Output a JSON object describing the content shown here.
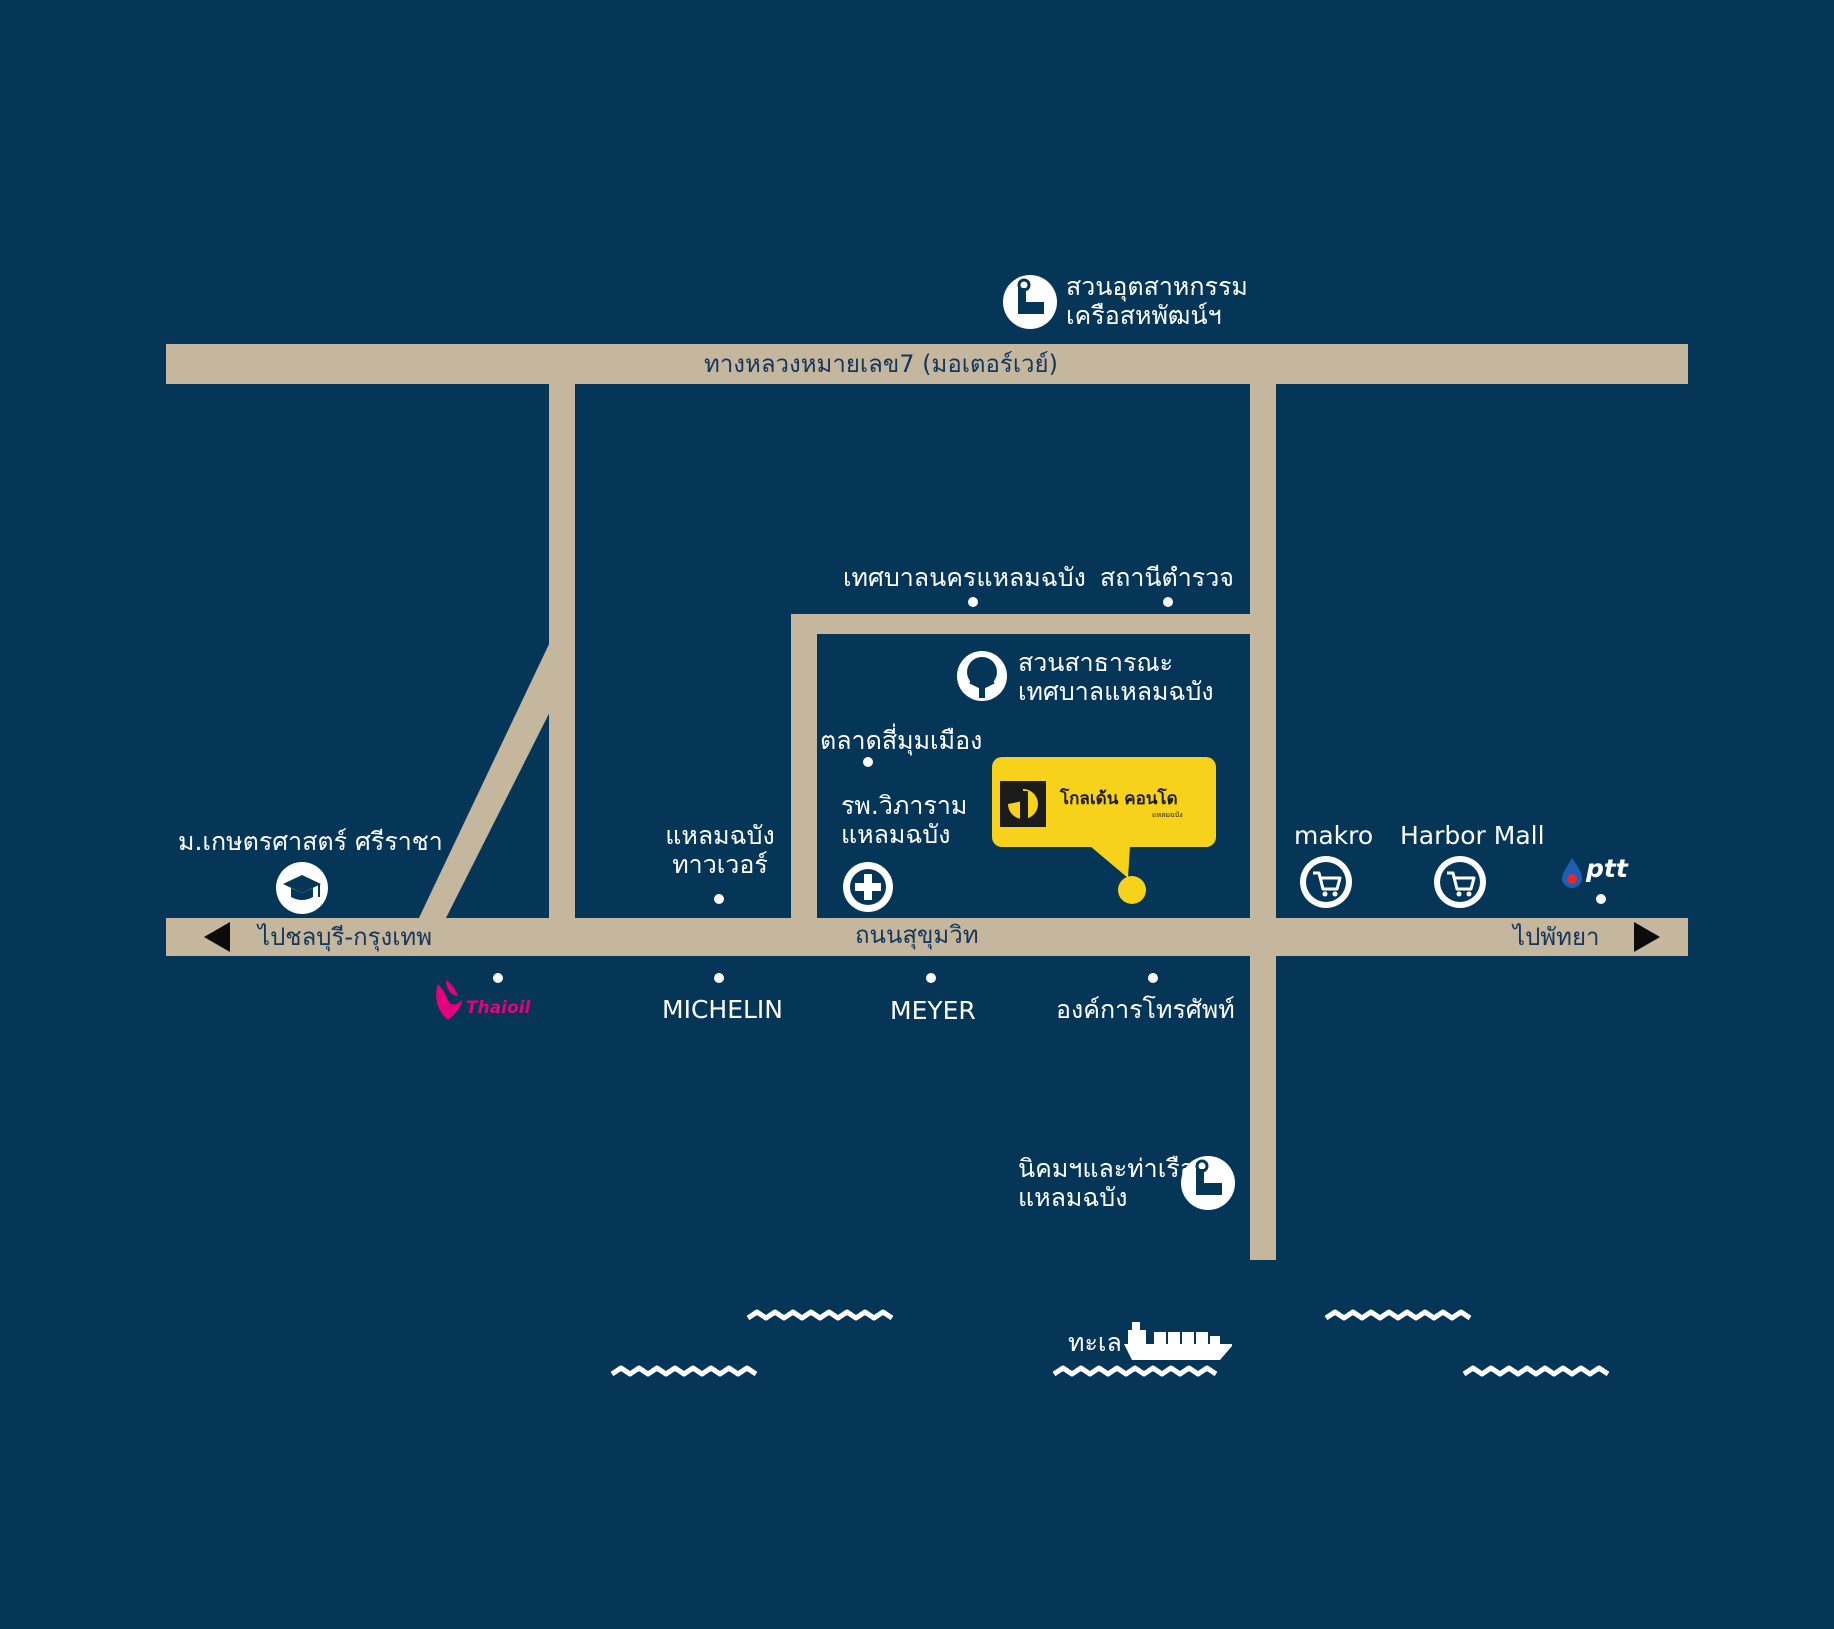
{
  "roads": {
    "motorway": "ทางหลวงหมายเลข7 (มอเตอร์เวย์)",
    "sukhumvit": "ถนนสุขุมวิท",
    "to_chonburi_bangkok": "ไปชลบุรี-กรุงเทพ",
    "to_pattaya": "ไปพัทยา"
  },
  "places": {
    "industrial_estate": [
      "สวนอุตสาหกรรม",
      "เครือสหพัฒน์ฯ"
    ],
    "municipality": "เทศบาลนครแหลมฉบัง",
    "police_station": "สถานีตำรวจ",
    "public_park": [
      "สวนสาธารณะ",
      "เทศบาลแหลมฉบัง"
    ],
    "market": "ตลาดสี่มุมเมือง",
    "hospital": [
      "รพ.วิภาราม",
      "แหลมฉบัง"
    ],
    "laem_chabang_tower": [
      "แหลมฉบัง",
      "ทาวเวอร์"
    ],
    "university": "ม.เกษตรศาสตร์ ศรีราชา",
    "makro": "makro",
    "harbor_mall": "Harbor Mall",
    "ptt": "ptt",
    "thaioil": "Thaioil",
    "michelin": "MICHELIN",
    "meyer": "MEYER",
    "tot": "องค์การโทรศัพท์",
    "port_estate": [
      "นิคมฯและท่าเรือ",
      "แหลมฉบัง"
    ],
    "sea": "ทะเล"
  },
  "project": {
    "name": "โกลเด้น คอนโด",
    "sub": "แหลมฉบัง"
  },
  "colors": {
    "background": "#053658",
    "road": "#c5b79e",
    "badge": "#f6d21a",
    "text": "#ffffff",
    "thaioil_pink": "#e5007e",
    "ptt_blue": "#1a5fb4",
    "ptt_red": "#e5282e"
  },
  "icons": [
    "factory-icon",
    "park-tree-icon",
    "hospital-cross-icon",
    "graduation-cap-icon",
    "shopping-cart-icon",
    "ship-icon",
    "wave-icon",
    "arrow-left-icon",
    "arrow-right-icon"
  ]
}
